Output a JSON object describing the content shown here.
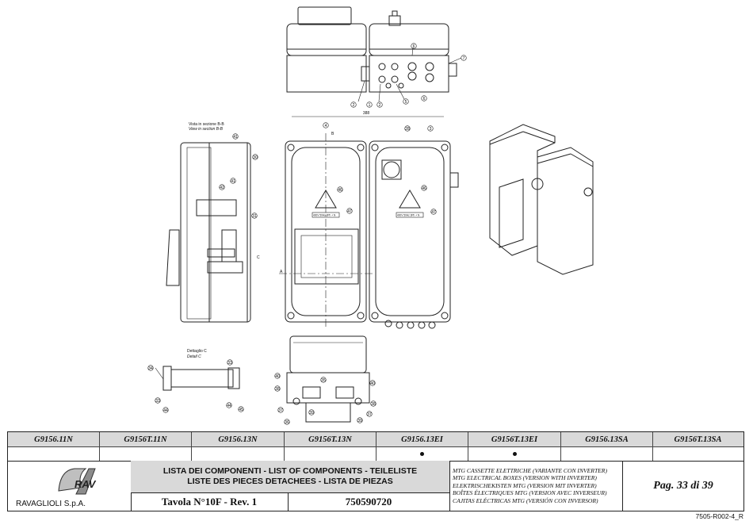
{
  "drawing": {
    "dimension_width": "388",
    "section_caption_it": "Vista in sezione B-B",
    "section_caption_en": "View in section B-B",
    "detail_caption_it": "Dettaglio C",
    "detail_caption_en": "Detail C",
    "section_marks": {
      "a": "A",
      "b": "B",
      "c": "C"
    },
    "warning_label": "400V 50Hz 3Ph + N",
    "callouts": [
      "1",
      "2",
      "3",
      "4",
      "5",
      "6",
      "7",
      "28",
      "30",
      "31",
      "33",
      "34",
      "35",
      "36",
      "37",
      "38",
      "39",
      "40",
      "41",
      "42",
      "44",
      "45",
      "46",
      "47"
    ]
  },
  "table": {
    "codes": [
      "G9156.11N",
      "G9156T.11N",
      "G9156.13N",
      "G9156T.13N",
      "G9156.13EI",
      "G9156T.13EI",
      "G9156.13SA",
      "G9156T.13SA"
    ],
    "dots": [
      false,
      false,
      false,
      false,
      true,
      true,
      false,
      false
    ]
  },
  "title_block": {
    "company": "RAVAGLIOLI S.p.A.",
    "logo_text": "RAV",
    "title_line1": "LISTA DEI COMPONENTI - LIST OF COMPONENTS - TEILELISTE",
    "title_line2": "LISTE DES PIECES DETACHEES - LISTA DE PIEZAS",
    "tavola": "Tavola N°10F - Rev. 1",
    "drawing_number": "750590720",
    "descriptions": [
      "MTG CASSETTE ELETTRICHE (VARIANTE CON INVERTER)",
      "MTG ELECTRICAL BOXES (VERSION WITH INVERTER)",
      "ELEKTRISCHEKISTEN MTG (VERSION MIT INVERTER)",
      "BOÎTES ÉLECTRIQUES MTG (VERSION AVEC INVERSEUR)",
      "CAJITAS ELÉCTRICAS MTG (VERSIÓN CON INVERSOR)"
    ],
    "page": "Pag. 33 di 39"
  },
  "doc_ref": "7505-R002-4_R"
}
